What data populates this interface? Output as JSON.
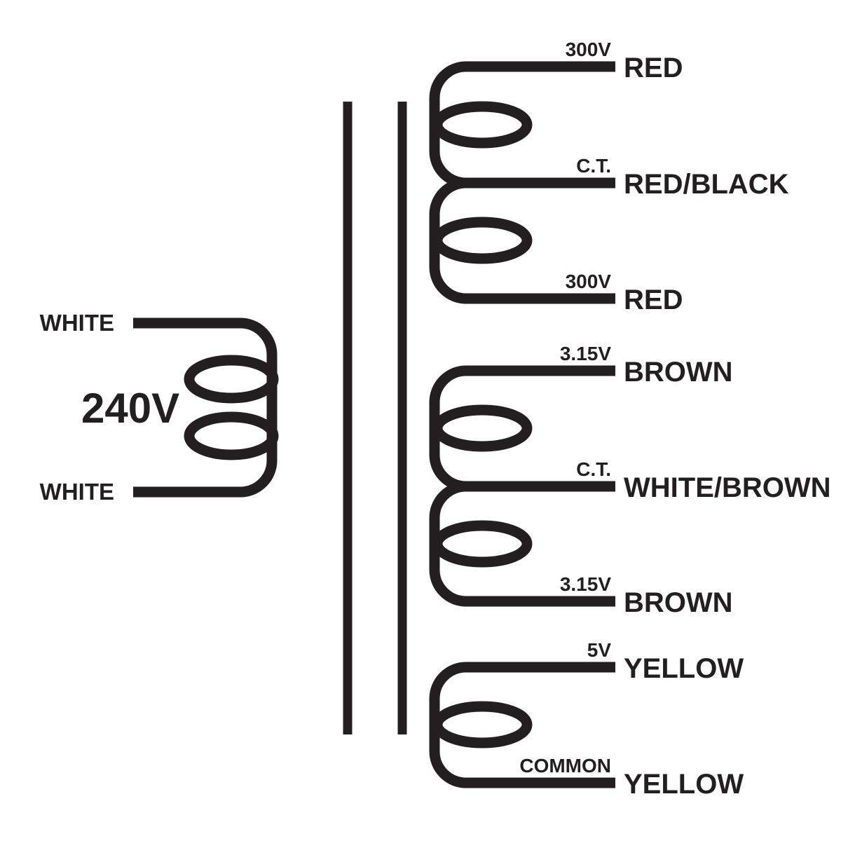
{
  "colors": {
    "ink": "#231f20",
    "background": "#ffffff"
  },
  "diagram": {
    "type": "transformer schematic",
    "primary": {
      "voltage_label": "240V",
      "top_lead": "WHITE",
      "bottom_lead": "WHITE"
    },
    "secondaries": [
      {
        "leads": [
          {
            "tap": "300V",
            "wire": "RED"
          },
          {
            "tap": "C.T.",
            "wire": "RED/BLACK"
          },
          {
            "tap": "300V",
            "wire": "RED"
          }
        ]
      },
      {
        "leads": [
          {
            "tap": "3.15V",
            "wire": "BROWN"
          },
          {
            "tap": "C.T.",
            "wire": "WHITE/BROWN"
          },
          {
            "tap": "3.15V",
            "wire": "BROWN"
          }
        ]
      },
      {
        "leads": [
          {
            "tap": "5V",
            "wire": "YELLOW"
          },
          {
            "tap": "COMMON",
            "wire": "YELLOW"
          }
        ]
      }
    ]
  }
}
